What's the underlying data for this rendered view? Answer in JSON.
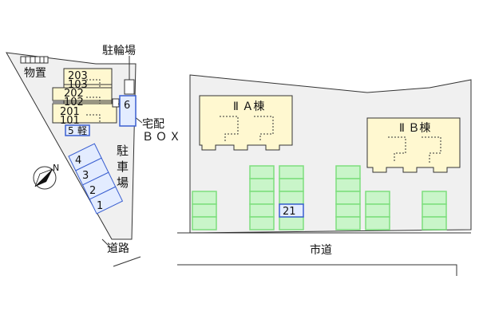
{
  "left_lot": {
    "storage_label": "物置",
    "bicycle_parking_label": "駐輪場",
    "delivery_box_label_line1": "宅配",
    "delivery_box_label_line2": "ＢＯＸ",
    "parking_label_line1": "駐",
    "parking_label_line2": "車",
    "parking_label_line3": "場",
    "road_label": "道路",
    "units": [
      "203",
      "103",
      "202",
      "102",
      "201",
      "101"
    ],
    "space_5": "5",
    "space_5_kei": "軽",
    "space_6": "6",
    "spaces": [
      "4",
      "3",
      "2",
      "1"
    ]
  },
  "compass": {
    "north": "N"
  },
  "right_lot": {
    "building_a_label": "Ⅱ Ａ棟",
    "building_b_label": "Ⅱ Ｂ棟",
    "highlighted_space": "21",
    "street_label": "市道"
  },
  "colors": {
    "lot_fill": "#f0f0f0",
    "building_fill": "#fff8d0",
    "parking_green": "#7dde7d",
    "parking_green_fill": "#c9f5c9",
    "highlight_blue": "#3a5fd0",
    "highlight_fill": "#e3ecff"
  }
}
